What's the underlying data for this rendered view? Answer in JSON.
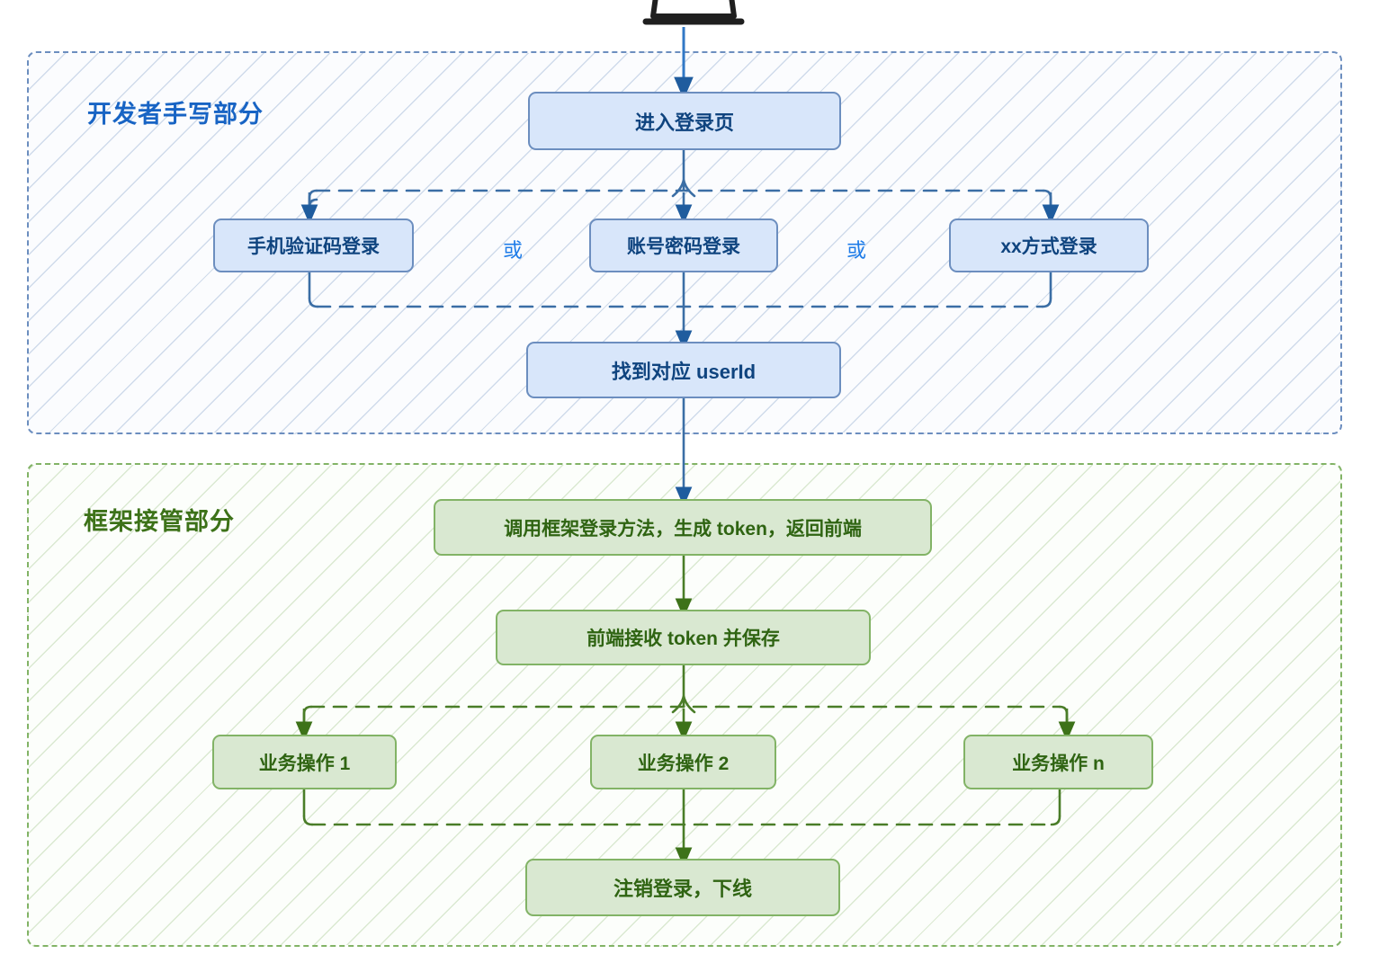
{
  "diagram": {
    "title_visible": false,
    "colors": {
      "blue_border": "#6c8ebf",
      "blue_fill": "#d8e6fa",
      "blue_text": "#0f447f",
      "blue_heading": "#1864c4",
      "blue_or": "#1e7ce8",
      "green_border": "#82b366",
      "green_fill": "#d9e8d1",
      "green_text": "#2f6412",
      "green_heading": "#3d7219",
      "arrow_blue": "#1f5c9e",
      "arrow_green": "#3d7219",
      "icon_black": "#1f1f1f"
    },
    "top_icon": {
      "name": "laptop-icon",
      "cropped": true
    },
    "groups": [
      {
        "id": "developer",
        "title": "开发者手写部分",
        "style": "blue-dashed"
      },
      {
        "id": "framework",
        "title": "框架接管部分",
        "style": "green-dashed"
      }
    ],
    "nodes": [
      {
        "id": "enter-login-page",
        "label": "进入登录页",
        "group": "developer",
        "color": "blue"
      },
      {
        "id": "sms-login",
        "label": "手机验证码登录",
        "group": "developer",
        "color": "blue"
      },
      {
        "id": "password-login",
        "label": "账号密码登录",
        "group": "developer",
        "color": "blue"
      },
      {
        "id": "xx-login",
        "label": "xx方式登录",
        "group": "developer",
        "color": "blue"
      },
      {
        "id": "find-userid",
        "label": "找到对应 userId",
        "group": "developer",
        "color": "blue"
      },
      {
        "id": "call-framework-login",
        "label": "调用框架登录方法，生成 token，返回前端",
        "group": "framework",
        "color": "green"
      },
      {
        "id": "frontend-save-token",
        "label": "前端接收 token 并保存",
        "group": "framework",
        "color": "green"
      },
      {
        "id": "business-op-1",
        "label": "业务操作 1",
        "group": "framework",
        "color": "green"
      },
      {
        "id": "business-op-2",
        "label": "业务操作 2",
        "group": "framework",
        "color": "green"
      },
      {
        "id": "business-op-n",
        "label": "业务操作 n",
        "group": "framework",
        "color": "green"
      },
      {
        "id": "logout",
        "label": "注销登录，下线",
        "group": "framework",
        "color": "green"
      }
    ],
    "separators": [
      {
        "id": "or-left",
        "label": "或"
      },
      {
        "id": "or-right",
        "label": "或"
      }
    ]
  }
}
